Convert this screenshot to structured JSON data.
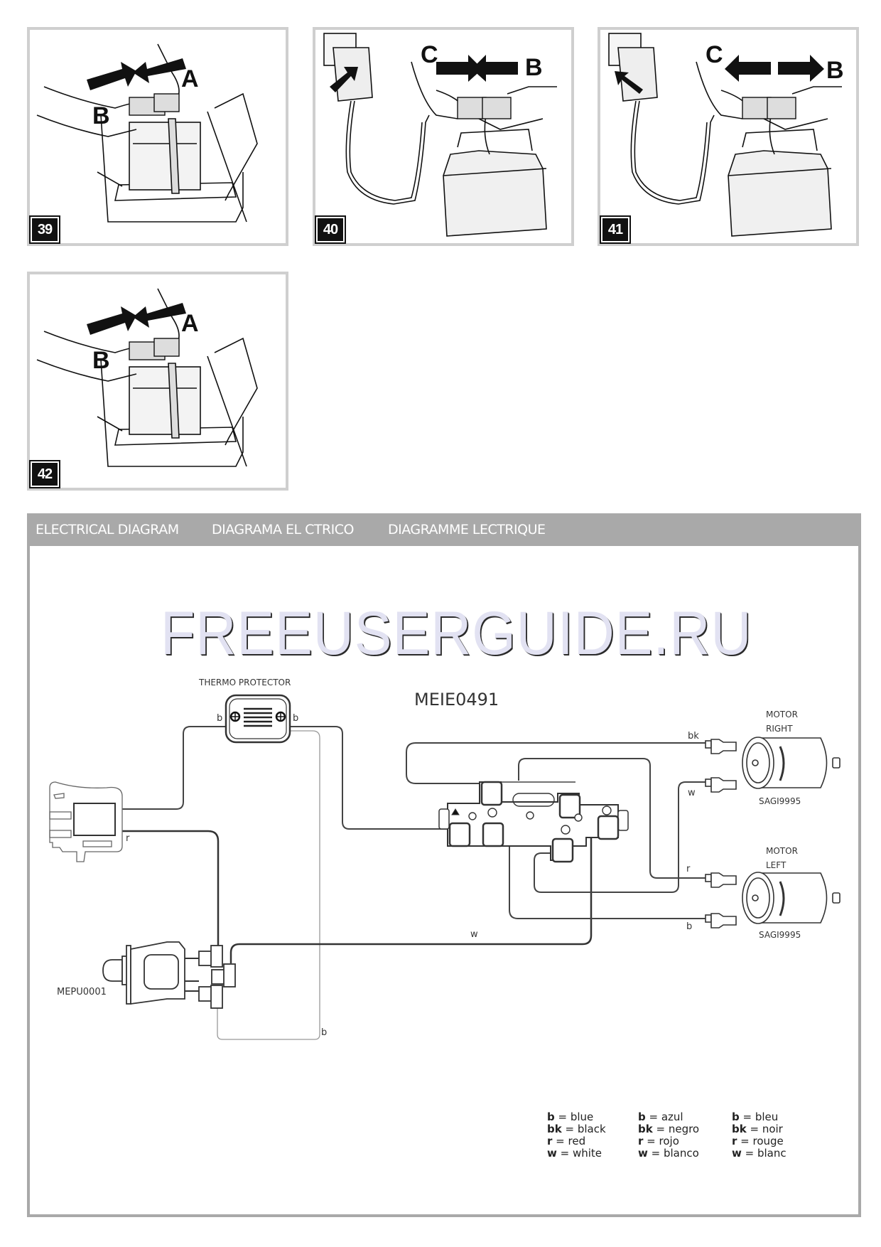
{
  "figures": [
    {
      "number": "39",
      "callouts": [
        "A",
        "B"
      ],
      "action": "connect"
    },
    {
      "number": "40",
      "callouts": [
        "C",
        "B"
      ],
      "action": "charge-connect"
    },
    {
      "number": "41",
      "callouts": [
        "C",
        "B"
      ],
      "action": "charge-disconnect"
    },
    {
      "number": "42",
      "callouts": [
        "A",
        "B"
      ],
      "action": "connect"
    }
  ],
  "diagram": {
    "header": [
      "ELECTRICAL DIAGRAM",
      "DIAGRAMA EL  CTRICO",
      "DIAGRAMME   LECTRIQUE"
    ],
    "watermark": "FREEUSERGUIDE.RU",
    "model_code": "MEIE0491",
    "thermo_protector": "THERMO PROTECTOR",
    "switch_code": "MEPU0001",
    "motor_right": {
      "title": "MOTOR",
      "side": "RIGHT",
      "code": "SAGI9995"
    },
    "motor_left": {
      "title": "MOTOR",
      "side": "LEFT",
      "code": "SAGI9995"
    },
    "wire_labels": {
      "thermo_left": "b",
      "thermo_right": "b",
      "pedal_r": "r",
      "switch_b": "b",
      "center_w": "w",
      "right_bk": "bk",
      "right_w": "w",
      "left_r": "r",
      "left_b": "b"
    }
  },
  "legend": [
    {
      "lang": "en",
      "rows": [
        [
          "b",
          "blue"
        ],
        [
          "bk",
          "black"
        ],
        [
          "r",
          "red"
        ],
        [
          "w",
          "white"
        ]
      ]
    },
    {
      "lang": "es",
      "rows": [
        [
          "b",
          "azul"
        ],
        [
          "bk",
          "negro"
        ],
        [
          "r",
          "rojo"
        ],
        [
          "w",
          "blanco"
        ]
      ]
    },
    {
      "lang": "fr",
      "rows": [
        [
          "b",
          "bleu"
        ],
        [
          "bk",
          "noir"
        ],
        [
          "r",
          "rouge"
        ],
        [
          "w",
          "blanc"
        ]
      ]
    }
  ],
  "colors": {
    "header_bg": "#a9a9a9",
    "panel_border": "#cfcfcf",
    "watermark_fill": "#e2e2f2",
    "wire": "#444444"
  }
}
